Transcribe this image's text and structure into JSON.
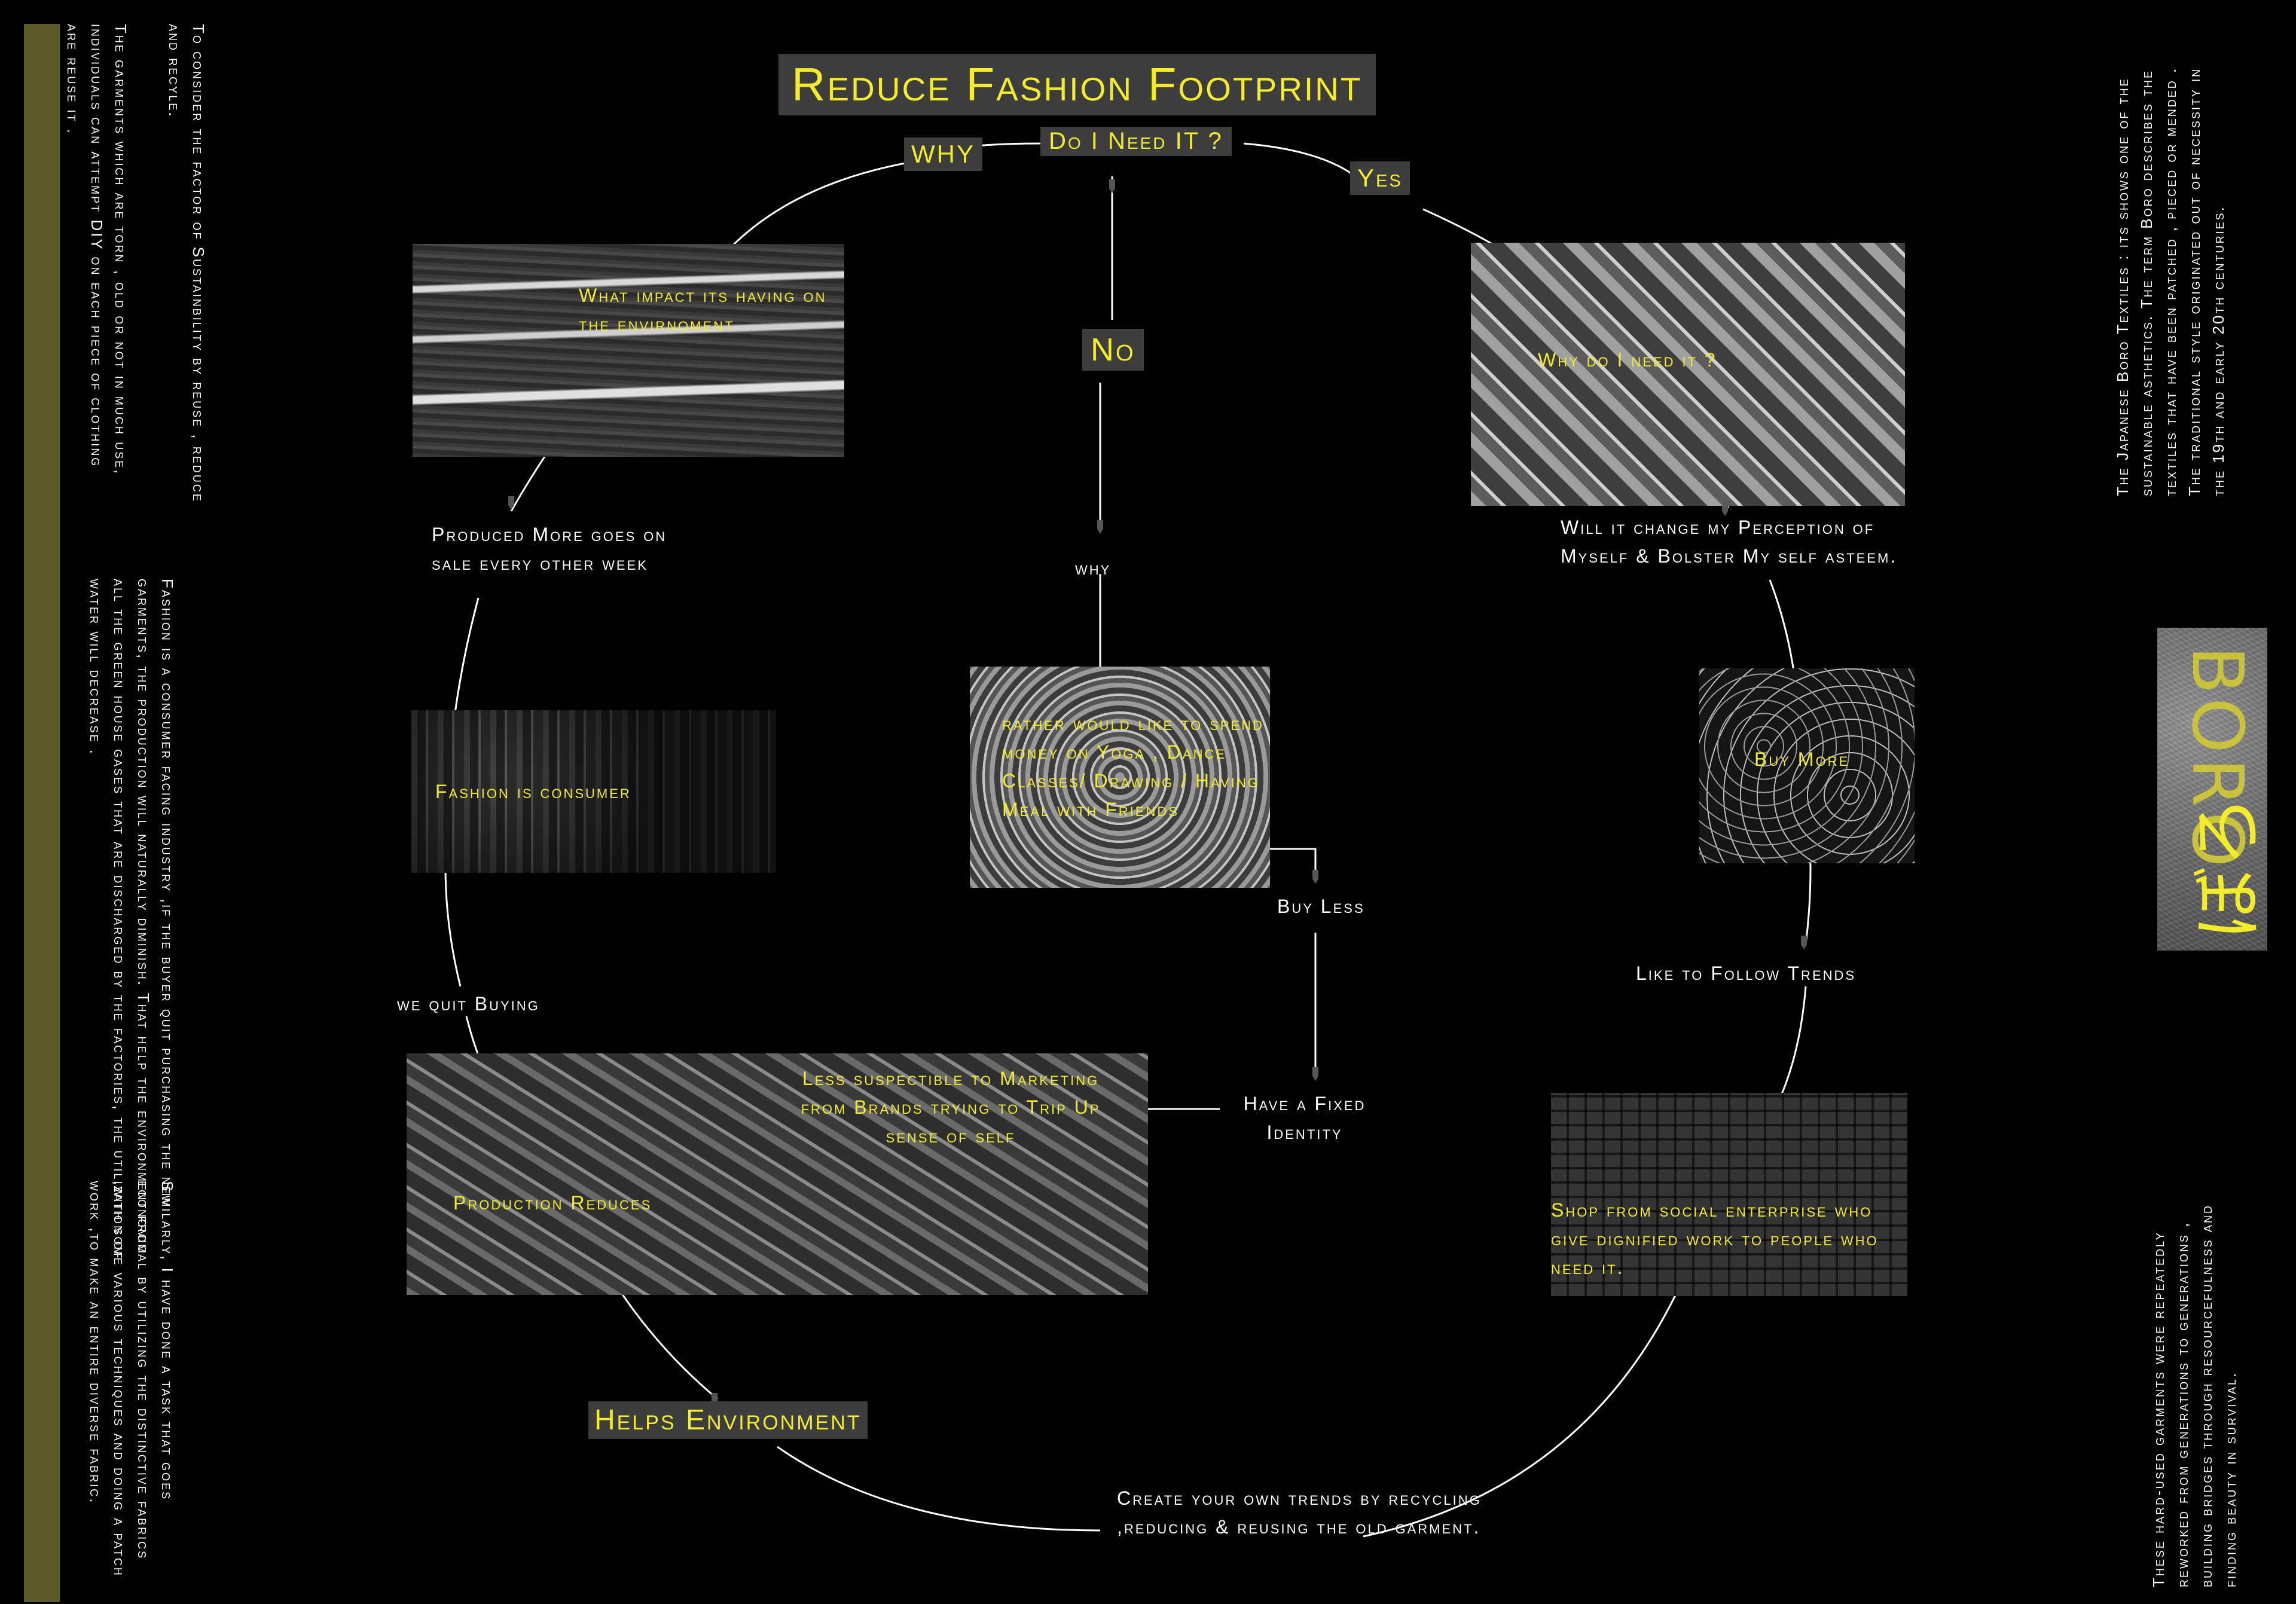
{
  "title": "Reduce Fashion Footprint",
  "center_question": "Do I Need IT ?",
  "branches": {
    "why": "WHY",
    "yes": "Yes",
    "no": "No"
  },
  "nodes": {
    "impact": "What impact its having on the envirnoment",
    "produced_more": "Produced More goes on sale every other week",
    "fashion_consumer": "Fashion is consumer",
    "quit_buying": "we quit Buying",
    "production_reduces": "Production Reduces",
    "helps_environment": "Helps Environment",
    "create_trends": "Create your own trends by recycling ,reducing & reusing the old garment.",
    "shop_social": "Shop from social enterprise who give dignified work to people who need it.",
    "follow_trends": "Like to Follow Trends",
    "buy_more": "Buy More",
    "perception": "Will it change my Perception of Myself & Bolster My self asteem.",
    "why_need": "Why do I need it ?",
    "why_small": "why",
    "rather": "rather would like to spend money on Yoga , Dance Classes/ Drawing / Having Meal with Friends",
    "buy_less": "Buy Less",
    "fixed_identity": "Have a Fixed Identity",
    "less_susceptible": "Less suspectible to Marketing from Brands trying to Trip Up sense of self"
  },
  "left_panel": {
    "col1": "To consider the factor of Sustainbility by reuse , reduce and recyle.",
    "col2": "The garments which are torn , old or not in much use, individuals can attempt DIY on each piece of clothing are reuse it .",
    "col3": "Fashion is a consumer facing industry ,if the buyer quit purchasing the new garments, the production will naturally diminish. That help the environment from all the green house gases that are discharged by the factories, the utilization of water will decrease .",
    "col4": "Similarly, I have done a task that goes economical by utilizing the distinctive fabrics ,with some various techniques and doing a patch work ,to make an entire diverse fabric."
  },
  "right_panel": {
    "boro_text": "The Japanese Boro Textiles : its shows one of the sustainable asthetics. The term Boro describes the textiles that have been patched , pieced or mended . The traditional style originated out of necessity in the 19th and early 20th centuries.",
    "boro_title": "BORO",
    "boro_kana": "ぼろ",
    "bottom_text": "These hard-used garments were repeatedly reworked from generations to generations , building bridges through resourcefulness and finding beauty in survival."
  },
  "colors": {
    "accent_yellow": "#f2ec2a",
    "label_bg": "#3d3d3d",
    "olive_bar": "#5a5a28",
    "background": "#000000"
  }
}
